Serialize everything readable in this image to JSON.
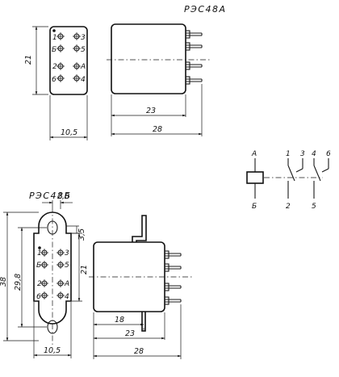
{
  "titles": {
    "top": "РЭС48А",
    "bottom": "РЭС48Б"
  },
  "dimensions": {
    "top_height": "21",
    "top_width": "10,5",
    "top_body": "23",
    "top_total": "28",
    "bot_pitch": "2,8",
    "bot_offset": "3,5",
    "bot_overall": "38",
    "bot_holes": "29,8",
    "bot_height": "21",
    "bot_width": "10,5",
    "bot_tab": "18",
    "bot_body": "23",
    "bot_total": "28"
  },
  "pins": {
    "p1": "1",
    "p2": "2",
    "p3": "3",
    "p4": "4",
    "p5": "5",
    "p6": "6",
    "pA": "А",
    "pB": "Б"
  },
  "schematic": {
    "coil_top": "А",
    "coil_bottom": "Б",
    "c1": "1",
    "c3": "3",
    "c4": "4",
    "c6": "6",
    "c2": "2",
    "c5": "5"
  }
}
